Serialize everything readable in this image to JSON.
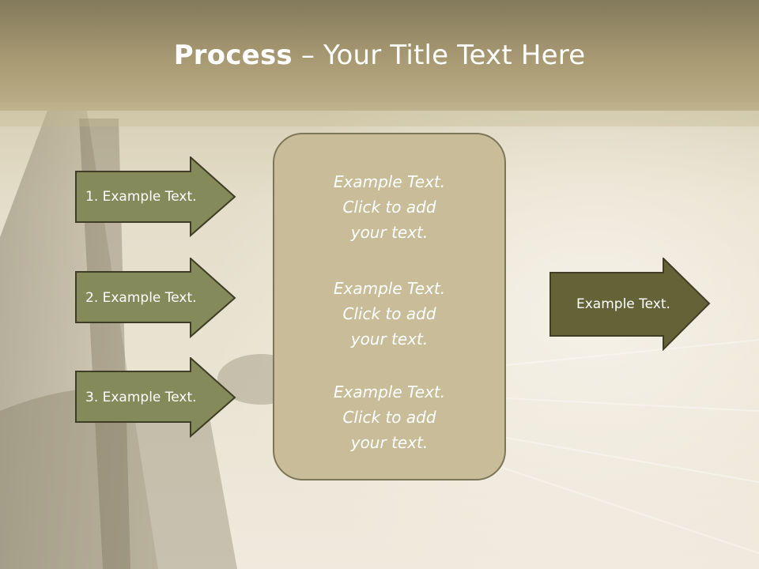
{
  "title": {
    "bold": "Process",
    "rest": " – Your Title Text Here"
  },
  "left_arrows": [
    {
      "label": "1. Example Text."
    },
    {
      "label": "2. Example Text."
    },
    {
      "label": "3. Example Text."
    }
  ],
  "center_box": {
    "blocks": [
      {
        "line1": "Example Text.",
        "line2": "Click  to add",
        "line3": "your text."
      },
      {
        "line1": "Example Text.",
        "line2": "Click  to add",
        "line3": "your text."
      },
      {
        "line1": "Example Text.",
        "line2": "Click  to add",
        "line3": "your text."
      }
    ]
  },
  "right_arrow": {
    "label": "Example Text."
  },
  "colors": {
    "header": "#a59874",
    "arrow_fill": "#858a5b",
    "right_arrow_fill": "#646338",
    "box_fill": "#c8bd98",
    "outline": "#3f3d25"
  }
}
